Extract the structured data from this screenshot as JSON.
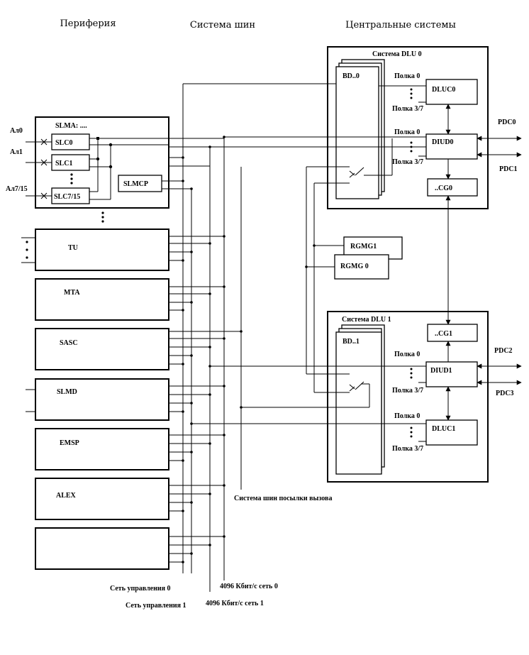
{
  "headers": {
    "periphery": "Периферия",
    "bus_system": "Система шин",
    "central": "Центральные системы"
  },
  "inputs": {
    "al0": "Ал0",
    "al1": "Ал1",
    "al7": "Ал7/15"
  },
  "slma": {
    "title": "SLMA: ....",
    "slc0": "SLC0",
    "slc1": "SLC1",
    "slc7": "SLC7/15",
    "slmcp": "SLMCP"
  },
  "modules": {
    "tu": "TU",
    "mta": "MTA",
    "sasc": "SASC",
    "slmd": "SLMD",
    "emsp": "EMSP",
    "alex": "ALEX"
  },
  "dlu0": {
    "title": "Система DLU 0",
    "bd": "BD..0",
    "shelf0_top": "Полка 0",
    "shelf37_top": "Полка 3/7",
    "shelf0_mid": "Полка 0",
    "shelf37_mid": "Полка 3/7",
    "dluc": "DLUC0",
    "diud": "DIUD0",
    "cg": "..CG0",
    "pdc_a": "PDC0",
    "pdc_b": "PDC1"
  },
  "rgmg": {
    "rgmg1": "RGMG1",
    "rgmg0": "RGMG 0"
  },
  "dlu1": {
    "title": "Система DLU 1",
    "bd": "BD..1",
    "cg": "..CG1",
    "shelf0_a": "Полка 0",
    "shelf37_a": "Полка 3/7",
    "shelf0_b": "Полка 0",
    "shelf37_b": "Полка 3/7",
    "diud": "DIUD1",
    "dluc": "DLUC1",
    "pdc_a": "PDC2",
    "pdc_b": "PDC3"
  },
  "bus_labels": {
    "call_bus": "Система шин посылки вызова",
    "ctrl0": "Сеть управления 0",
    "ctrl1": "Сеть управления 1",
    "net0": "4096 Кбит/с сеть 0",
    "net1": "4096 Кбит/с сеть 1"
  }
}
